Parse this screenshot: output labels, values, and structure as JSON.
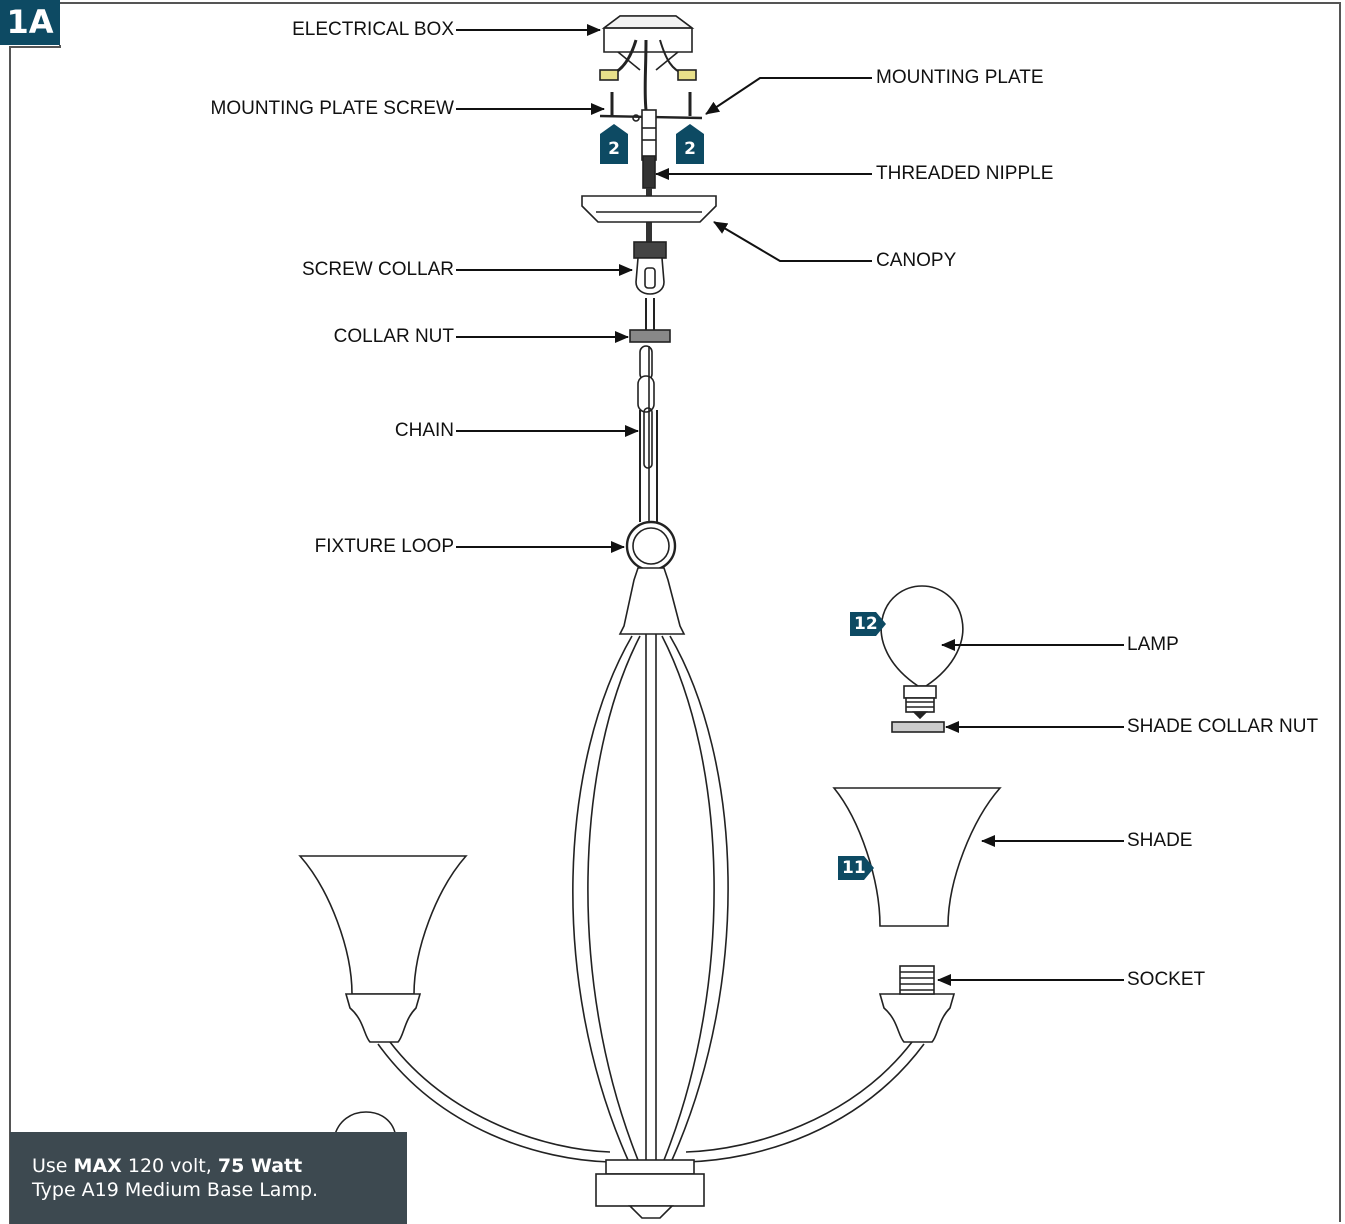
{
  "step": "1A",
  "labels": {
    "electrical_box": "ELECTRICAL BOX",
    "mounting_plate": "MOUNTING PLATE",
    "mounting_plate_screw": "MOUNTING PLATE SCREW",
    "threaded_nipple": "THREADED NIPPLE",
    "canopy": "CANOPY",
    "screw_collar": "SCREW COLLAR",
    "collar_nut": "COLLAR NUT",
    "chain": "CHAIN",
    "fixture_loop": "FIXTURE LOOP",
    "lamp": "LAMP",
    "shade_collar_nut": "SHADE COLLAR NUT",
    "shade": "SHADE",
    "socket": "SOCKET"
  },
  "callouts": {
    "screw_left": "2",
    "screw_right": "2",
    "lamp_step": "12",
    "shade_step": "11"
  },
  "note": {
    "use": "Use",
    "max": "MAX",
    "volt": "120 volt,",
    "watt": "75 Watt",
    "type_line": "Type  A19 Medium Base Lamp."
  },
  "colors": {
    "accent": "#0d4a63",
    "note_bg": "#3d4950",
    "line": "#111111"
  }
}
